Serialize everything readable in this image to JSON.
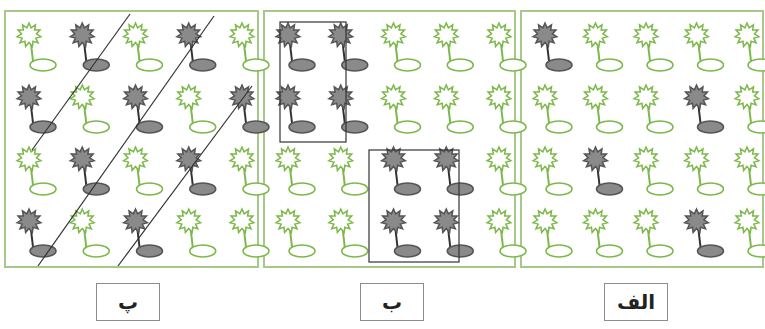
{
  "diagram": {
    "nodes": [
      {
        "text": [
          "الف"
        ]
      },
      {
        "text": [
          "ب"
        ]
      },
      {
        "text": [
          "پ"
        ]
      }
    ]
  }
}
